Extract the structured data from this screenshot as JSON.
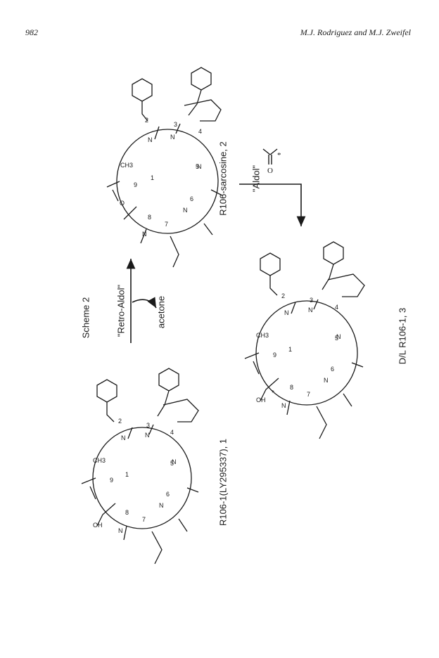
{
  "header": {
    "page_number": "982",
    "authors": "M.J. Rodriguez and M.J. Zweifel"
  },
  "scheme": {
    "title": "Scheme 2",
    "step1_label": "\"Retro-Aldol\"",
    "step1_byproduct": "acetone",
    "step2_label": "\"Aldol\"",
    "compound1": "R106-1(LY295337), 1",
    "compound2": "R106-sarcosine, 2",
    "compound3": "D/L R106-1, 3"
  }
}
